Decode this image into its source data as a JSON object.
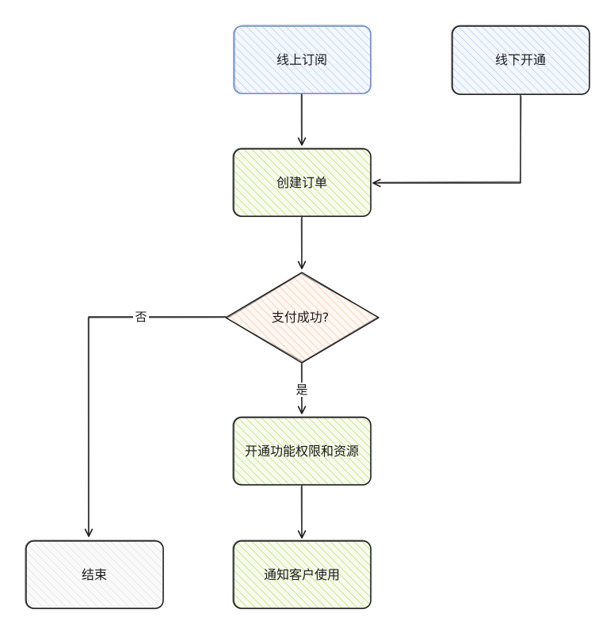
{
  "diagram": {
    "nodes": {
      "online_subscribe": {
        "label": "线上订阅",
        "fill": "#dae8fc",
        "stroke": "#6c8ebf",
        "shape": "rounded-rect"
      },
      "offline_open": {
        "label": "线下开通",
        "fill": "#dae8fc",
        "stroke": "#1e1e1e",
        "shape": "rounded-rect"
      },
      "create_order": {
        "label": "创建订单",
        "fill": "#cdeb8b",
        "stroke": "#1e1e1e",
        "shape": "rounded-rect"
      },
      "payment_success": {
        "label": "支付成功?",
        "fill": "#ffd6c2",
        "stroke": "#1e1e1e",
        "shape": "diamond"
      },
      "grant_access": {
        "label": "开通功能权限和资源",
        "fill": "#cdeb8b",
        "stroke": "#1e1e1e",
        "shape": "rounded-rect"
      },
      "notify_customer": {
        "label": "通知客户使用",
        "fill": "#cdeb8b",
        "stroke": "#1e1e1e",
        "shape": "rounded-rect"
      },
      "end": {
        "label": "结束",
        "fill": "#eeeeee",
        "stroke": "#1e1e1e",
        "shape": "rounded-rect"
      }
    },
    "edges": {
      "online_to_order": {
        "from": "online_subscribe",
        "to": "create_order",
        "label": ""
      },
      "offline_to_order": {
        "from": "offline_open",
        "to": "create_order",
        "label": ""
      },
      "order_to_payment": {
        "from": "create_order",
        "to": "payment_success",
        "label": ""
      },
      "payment_no": {
        "from": "payment_success",
        "to": "end",
        "label": "否"
      },
      "payment_yes": {
        "from": "payment_success",
        "to": "grant_access",
        "label": "是"
      },
      "grant_to_notify": {
        "from": "grant_access",
        "to": "notify_customer",
        "label": ""
      }
    },
    "style": {
      "line_color": "#1e1e1e",
      "hachure": true
    }
  }
}
